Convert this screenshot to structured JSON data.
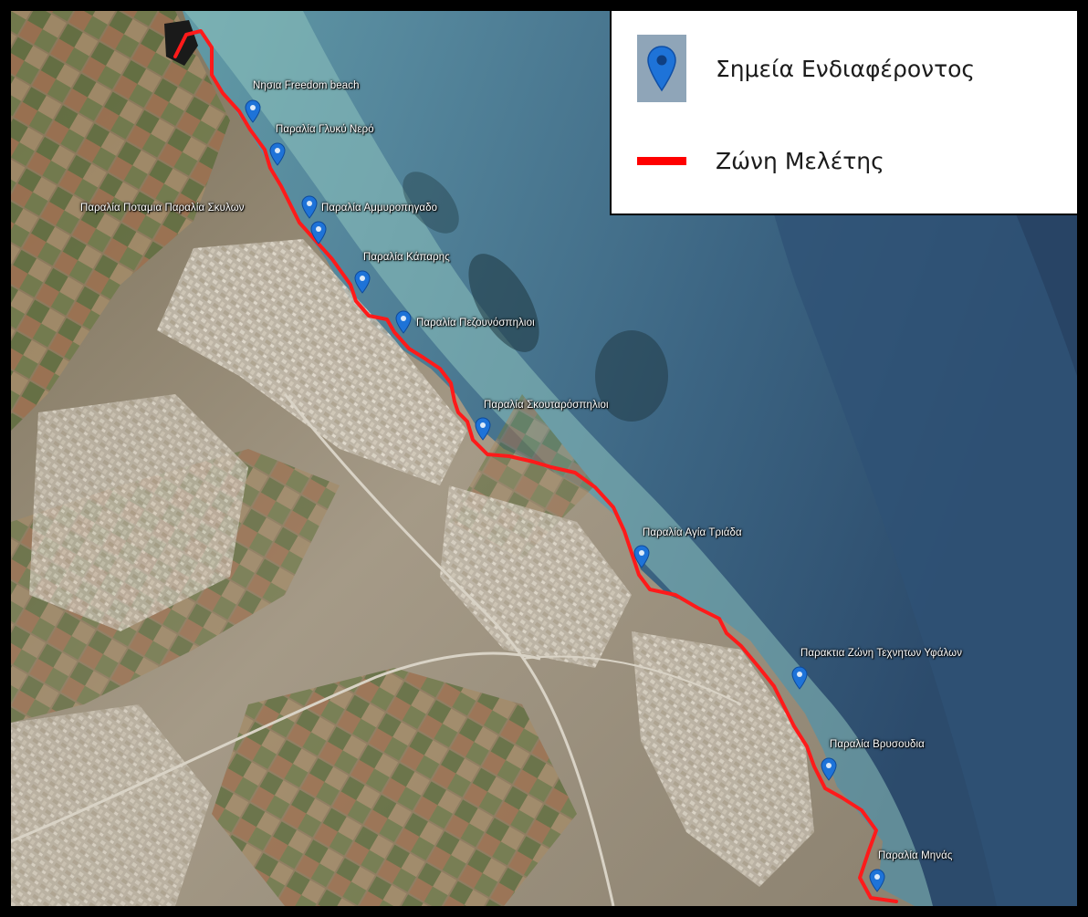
{
  "legend": {
    "poi_label": "Σημεία Ενδιαφέροντος",
    "zone_label": "Ζώνη Μελέτης",
    "zone_color": "#ff0000",
    "poi_color": "#1e73d8",
    "poi_icon": "map-pin-icon"
  },
  "points_of_interest": [
    {
      "id": "freedom",
      "label": "Νησια Freedom beach"
    },
    {
      "id": "glyki",
      "label": "Παραλία Γλυκύ Νερό"
    },
    {
      "id": "potamia",
      "label": "Παραλία Ποταμια  Παραλία Σκυλων"
    },
    {
      "id": "ammoro",
      "label": "Παραλία Αμμυροπηγαδο"
    },
    {
      "id": "kaparis",
      "label": "Παραλία Κάπαρης"
    },
    {
      "id": "pezounospilioi",
      "label": "Παραλία Πεζουνόσπηλιοι"
    },
    {
      "id": "skoutarospilioi",
      "label": "Παραλία Σκουταρόσπηλιοι"
    },
    {
      "id": "agiatriada",
      "label": "Παραλία Αγία Τριάδα"
    },
    {
      "id": "technitoi",
      "label": "Παρακτια Ζώνη Τεχνητων Υφάλων"
    },
    {
      "id": "vrysoudia",
      "label": "Παραλία Βρυσουδια"
    },
    {
      "id": "minas",
      "label": "Παραλία Μηνάς"
    }
  ],
  "colors": {
    "sea_deep": "#2d4e6e",
    "sea_mid": "#4f7a93",
    "sea_shallow": "#7fb8b8",
    "land": "#9b8f7c",
    "urban": "#c9c1b3"
  }
}
